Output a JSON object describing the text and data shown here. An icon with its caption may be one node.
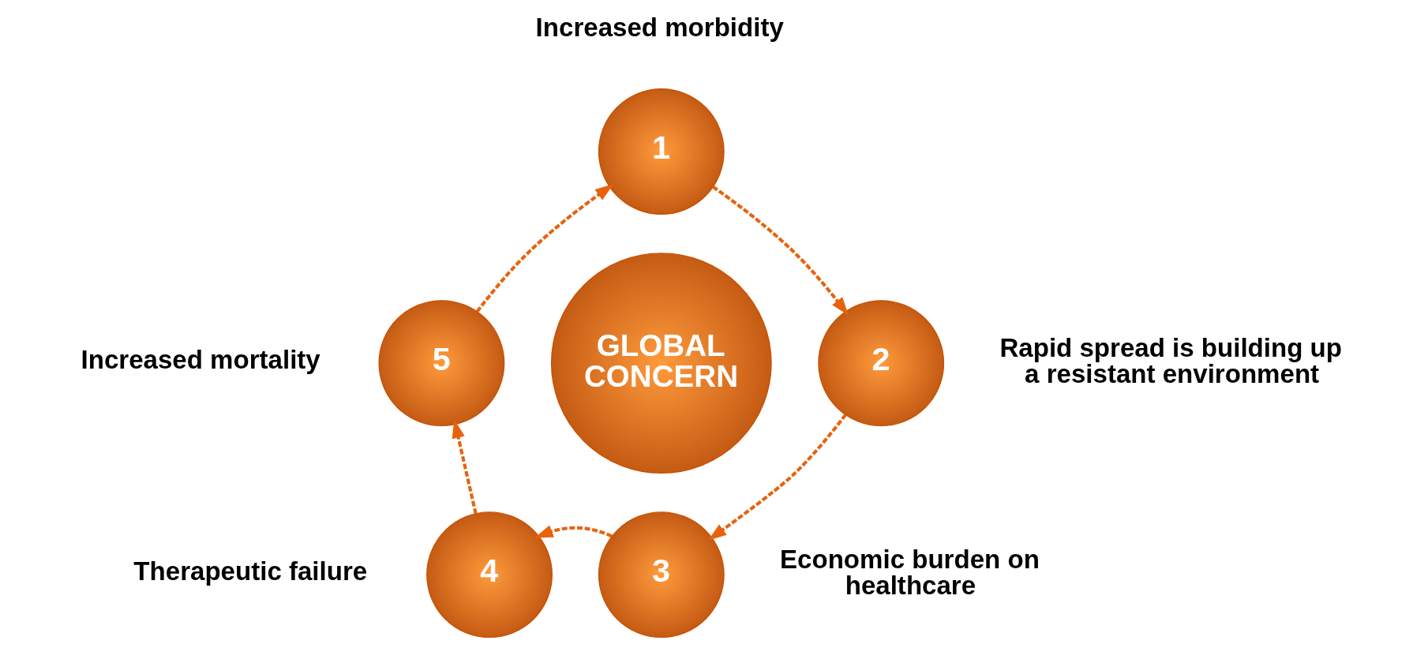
{
  "diagram": {
    "nodes": [
      {
        "text": [
          "1"
        ],
        "beside": [
          "Increased morbidity"
        ]
      },
      {
        "text": [
          "2"
        ],
        "beside": [
          "Rapid spread is building up a resistant environment"
        ]
      },
      {
        "text": [
          "3"
        ],
        "beside": [
          "Economic burden on healthcare"
        ]
      },
      {
        "text": [
          "4"
        ],
        "beside": [
          "Therapeutic failure"
        ]
      },
      {
        "text": [
          "5"
        ],
        "beside": [
          "Increased mortality"
        ]
      },
      {
        "text": [
          "GLOBAL CONCERN"
        ]
      }
    ],
    "edges": [
      {
        "from": 0,
        "to": 1,
        "arrow": "to",
        "style": "dashed"
      },
      {
        "from": 1,
        "to": 2,
        "arrow": "to",
        "style": "dashed"
      },
      {
        "from": 2,
        "to": 3,
        "arrow": "to",
        "style": "dashed"
      },
      {
        "from": 3,
        "to": 4,
        "arrow": "to",
        "style": "dashed"
      },
      {
        "from": 4,
        "to": 0,
        "arrow": "to",
        "style": "dashed"
      }
    ]
  }
}
